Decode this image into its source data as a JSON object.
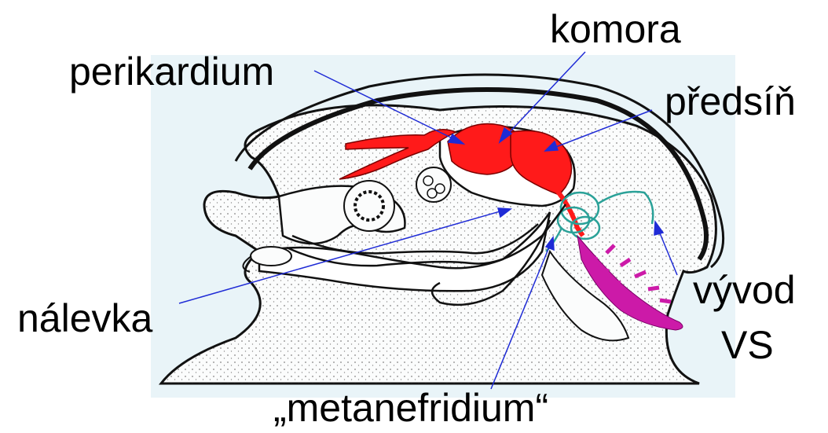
{
  "labels": {
    "komora": "komora",
    "perikardium": "perikardium",
    "predsin": "předsíň",
    "vyvod_line1": "vývod",
    "vyvod_line2": "VS",
    "nalevka": "nálevka",
    "metanefridium": "„metanefridium“"
  },
  "colors": {
    "background_panel": "#e9f4f8",
    "body_fill": "#fbfcfc",
    "heart": "#ff1a1a",
    "kidney": "#2aa198",
    "gland": "#cc1aa8",
    "pointer": "#1f2bd6",
    "outline": "#111111"
  }
}
